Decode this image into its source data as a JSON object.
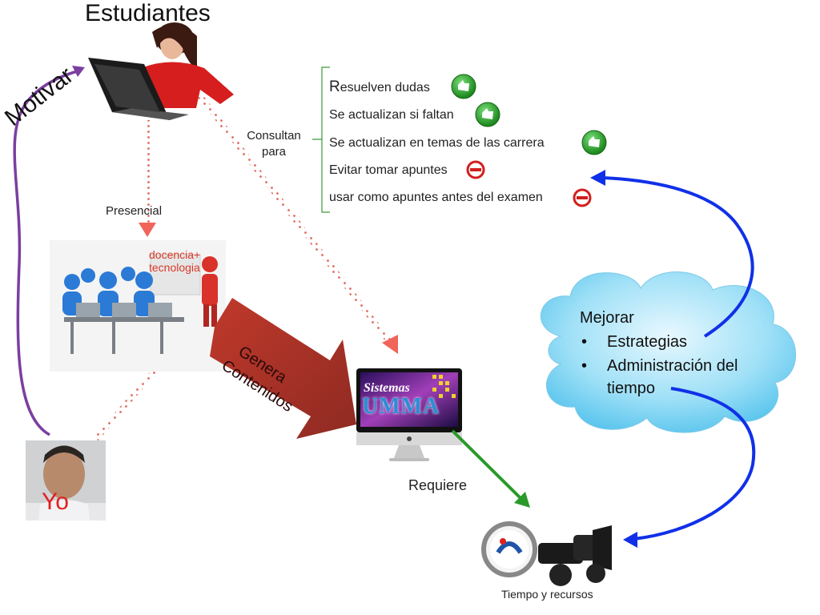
{
  "title": "Estudiantes",
  "labels": {
    "motivar": "Motivar",
    "consultan_line1": "Consultan",
    "consultan_line2": "para",
    "presencial": "Presencial",
    "docencia_line1": "docencia+",
    "docencia_line2": "tecnologia",
    "genera_line1": "Genera",
    "genera_line2": "Contenidos",
    "requiere": "Requiere",
    "yo": "Yo",
    "tiempo": "Tiempo y recursos",
    "logo_line1": "Sistemas",
    "logo_line2": "UMMA"
  },
  "benefits": [
    {
      "first": "R",
      "rest": "esuelven dudas",
      "icon": "thumbs-up-icon"
    },
    {
      "first": "",
      "rest": "Se actualizan si faltan",
      "icon": "thumbs-up-icon"
    },
    {
      "first": "",
      "rest": "Se actualizan en temas de las carrera",
      "icon": "thumbs-up-icon"
    },
    {
      "first": "",
      "rest": "Evitar tomar apuntes",
      "icon": "minus-circle-icon"
    },
    {
      "first": "",
      "rest": "usar como apuntes antes del examen",
      "icon": "minus-circle-icon"
    }
  ],
  "cloud": {
    "heading": "Mejorar",
    "bullet_char": "•",
    "items": [
      "Estrategias",
      "Administración del",
      "tiempo"
    ]
  },
  "colors": {
    "red_arrow": "#f0645a",
    "purple_arrow": "#7b3fa0",
    "blue_arrow": "#1030e8",
    "green_arrow": "#2a9a2a",
    "big_arrow": "#a8322a",
    "cloud_fill": "#8fdaf5",
    "bracket": "#3c9a3c"
  }
}
